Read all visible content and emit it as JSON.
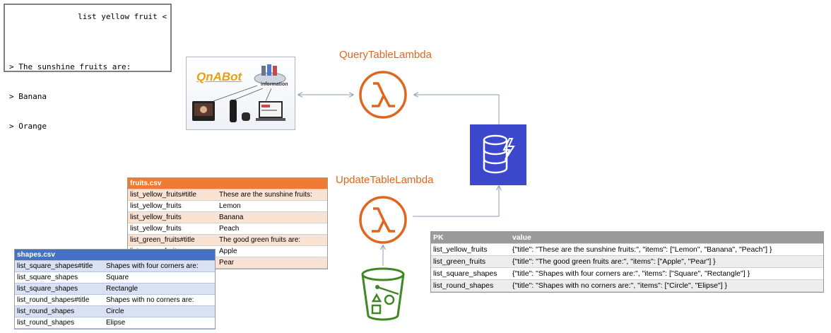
{
  "chat": {
    "query": "list yellow fruit <",
    "lines": [
      "> The sunshine fruits are:",
      "> Banana",
      "> Orange"
    ]
  },
  "qnabot": {
    "logo_text": "QnABot",
    "info_label": "information"
  },
  "query_lambda": {
    "label": "QueryTableLambda"
  },
  "update_lambda": {
    "label": "UpdateTableLambda"
  },
  "colors": {
    "lambda": "#e0661f",
    "dynamodb": "#3b48cc",
    "s3": "#3f8624",
    "fruits_header": "#ee7b34",
    "shapes_header": "#4472c4"
  },
  "icons": {
    "lambda": "lambda-icon",
    "dynamodb": "dynamodb-icon",
    "s3": "s3-bucket-icon"
  },
  "fruits_csv": {
    "name": "fruits.csv",
    "rows": [
      [
        "list_yellow_fruits#title",
        "These are the sunshine fruits:"
      ],
      [
        "list_yellow_fruits",
        "Lemon"
      ],
      [
        "list_yellow_fruits",
        "Banana"
      ],
      [
        "list_yellow_fruits",
        "Peach"
      ],
      [
        "list_green_fruits#title",
        "The good green fruits are:"
      ],
      [
        "list_green_fruits",
        "Apple"
      ],
      [
        "list_green_fruits",
        "Pear"
      ]
    ]
  },
  "shapes_csv": {
    "name": "shapes.csv",
    "rows": [
      [
        "list_square_shapes#title",
        "Shapes with four corners are:"
      ],
      [
        "list_square_shapes",
        "Square"
      ],
      [
        "list_square_shapes",
        "Rectangle"
      ],
      [
        "list_round_shapes#title",
        "Shapes with no corners are:"
      ],
      [
        "list_round_shapes",
        "Circle"
      ],
      [
        "list_round_shapes",
        "Elipse"
      ]
    ]
  },
  "dynamodb_table": {
    "headers": [
      "PK",
      "value"
    ],
    "rows": [
      [
        "list_yellow_fruits",
        "{\"title\": \"These are the sunshine fruits:\", \"items\": [\"Lemon\", \"Banana\", \"Peach\"] }"
      ],
      [
        "list_green_fruits",
        "{\"title\": \"The good green fruits are:\", \"items\": [\"Apple\", \"Pear\"] }"
      ],
      [
        "list_square_shapes",
        "{\"title\": \"Shapes with four corners are:\", \"items\": [\"Square\", \"Rectangle\"] }"
      ],
      [
        "list_round_shapes",
        "{\"title\": \"Shapes with no corners are:\", \"items\": [\"Circle\", \"Elipse\"] }"
      ]
    ]
  }
}
